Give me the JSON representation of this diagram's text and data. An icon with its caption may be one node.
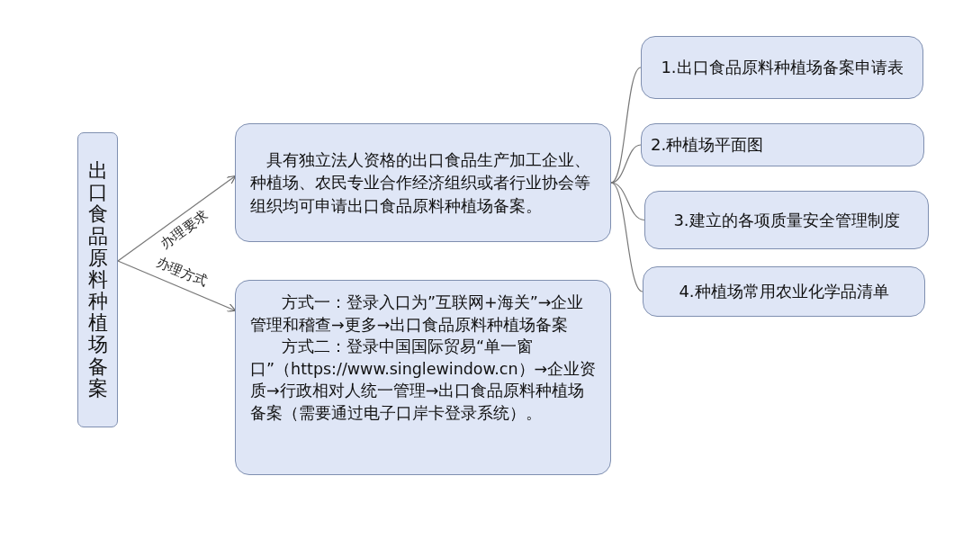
{
  "diagram": {
    "nodes": [
      {
        "text": [
          "出口食品原料种植场备案"
        ]
      },
      {
        "text": [
          "具有独立法人资格的出口食品生产加工企业、种植场、农民专业合作经济组织或者行业协会等组织均可申请出口食品原料种植场备案。"
        ]
      },
      {
        "text": [
          "方式一：登录入口为”互联网+海关”→企业管理和稽查→更多→出口食品原料种植场备案",
          "方式二：登录中国国际贸易“单一窗口”（https://www.singlewindow.cn）→企业资质→行政相对人统一管理→出口食品原料种植场备案（需要通过电子口岸卡登录系统）。"
        ]
      },
      {
        "text": [
          "1.出口食品原料种植场备案申请表"
        ]
      },
      {
        "text": [
          "2.种植场平面图"
        ]
      },
      {
        "text": [
          "3.建立的各项质量安全管理制度"
        ]
      },
      {
        "text": [
          "4.种植场常用农业化学品清单"
        ]
      }
    ],
    "edges": [
      {
        "from": 0,
        "to": 1,
        "arrow": "to",
        "label": "办理要求"
      },
      {
        "from": 0,
        "to": 2,
        "arrow": "to",
        "label": "办理方式"
      },
      {
        "from": 1,
        "to": 3,
        "arrow": "none"
      },
      {
        "from": 1,
        "to": 4,
        "arrow": "none"
      },
      {
        "from": 1,
        "to": 5,
        "arrow": "none"
      },
      {
        "from": 1,
        "to": 6,
        "arrow": "none"
      }
    ]
  }
}
